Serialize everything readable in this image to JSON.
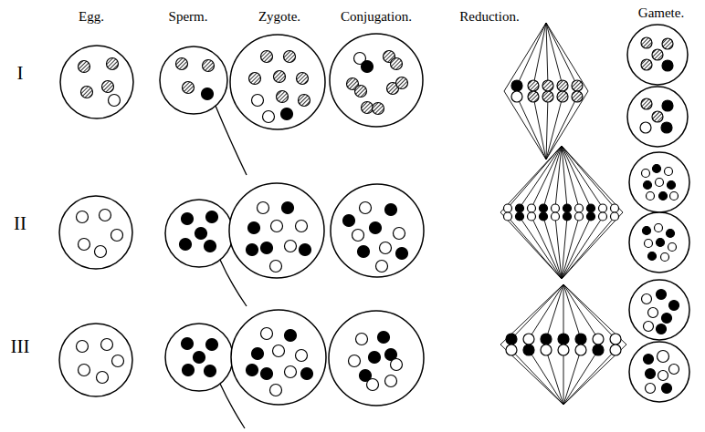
{
  "diagram": {
    "labels": [
      "Egg.",
      "Sperm.",
      "Zygote.",
      "Conjugation.",
      "Reduction.",
      "Gamete.",
      "I",
      "II",
      "III"
    ]
  }
}
